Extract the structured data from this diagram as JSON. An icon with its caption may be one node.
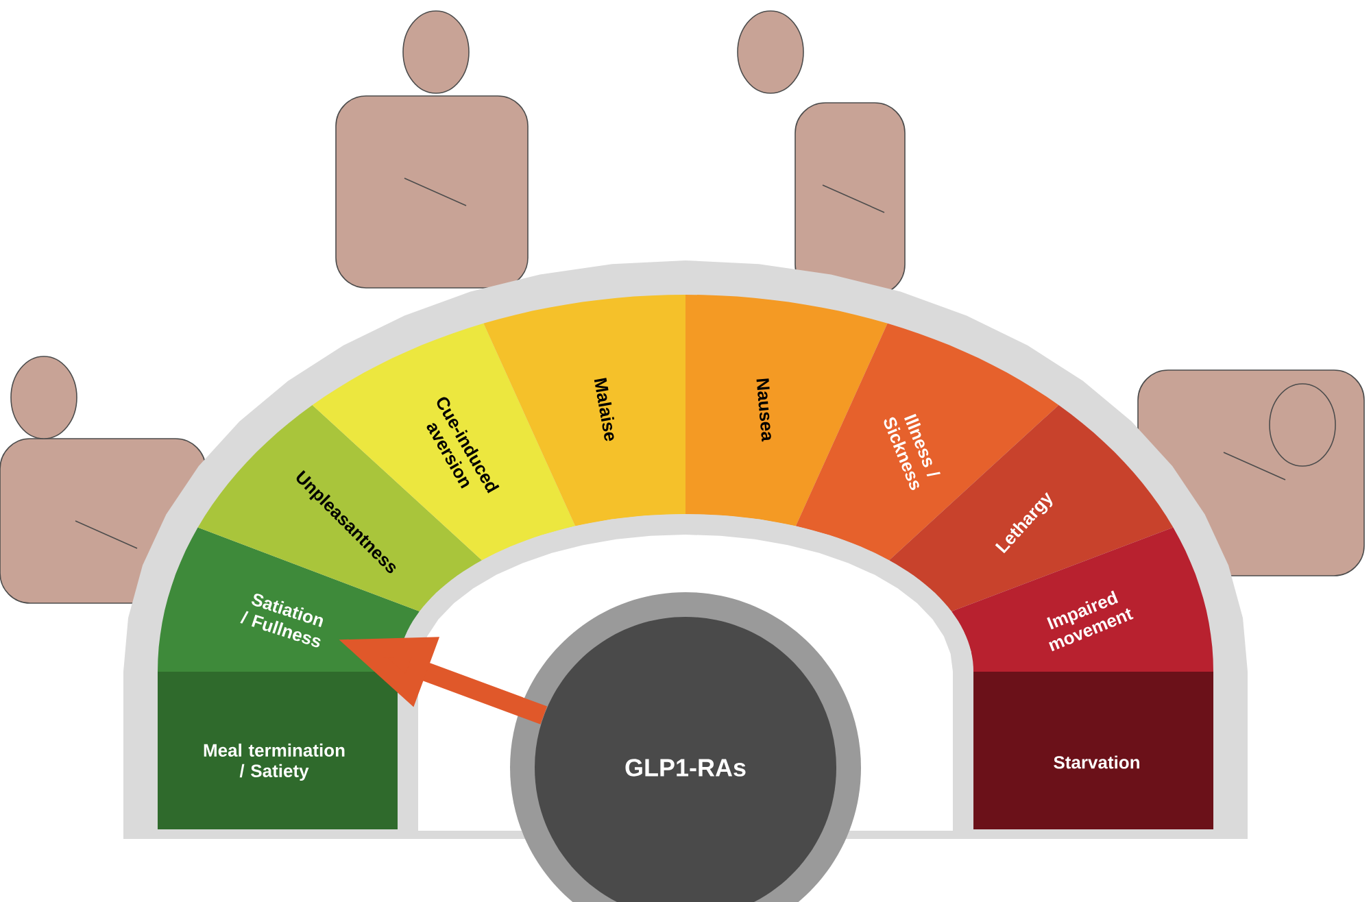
{
  "diagram": {
    "nodes": [
      {
        "text": [
          "Meal termination / Satiety"
        ]
      },
      {
        "text": [
          "Satiation / Fullness"
        ]
      },
      {
        "text": [
          "Unpleasantness"
        ]
      },
      {
        "text": [
          "Cue-induced aversion"
        ]
      },
      {
        "text": [
          "Malaise"
        ]
      },
      {
        "text": [
          "Nausea"
        ]
      },
      {
        "text": [
          "Illness / Sickness"
        ]
      },
      {
        "text": [
          "Lethargy"
        ]
      },
      {
        "text": [
          "Impaired movement"
        ]
      },
      {
        "text": [
          "Starvation"
        ]
      },
      {
        "text": [
          "GLP1-RAs"
        ]
      }
    ],
    "edges": [
      {
        "from": 10,
        "to": 1,
        "arrow": "to"
      }
    ]
  }
}
